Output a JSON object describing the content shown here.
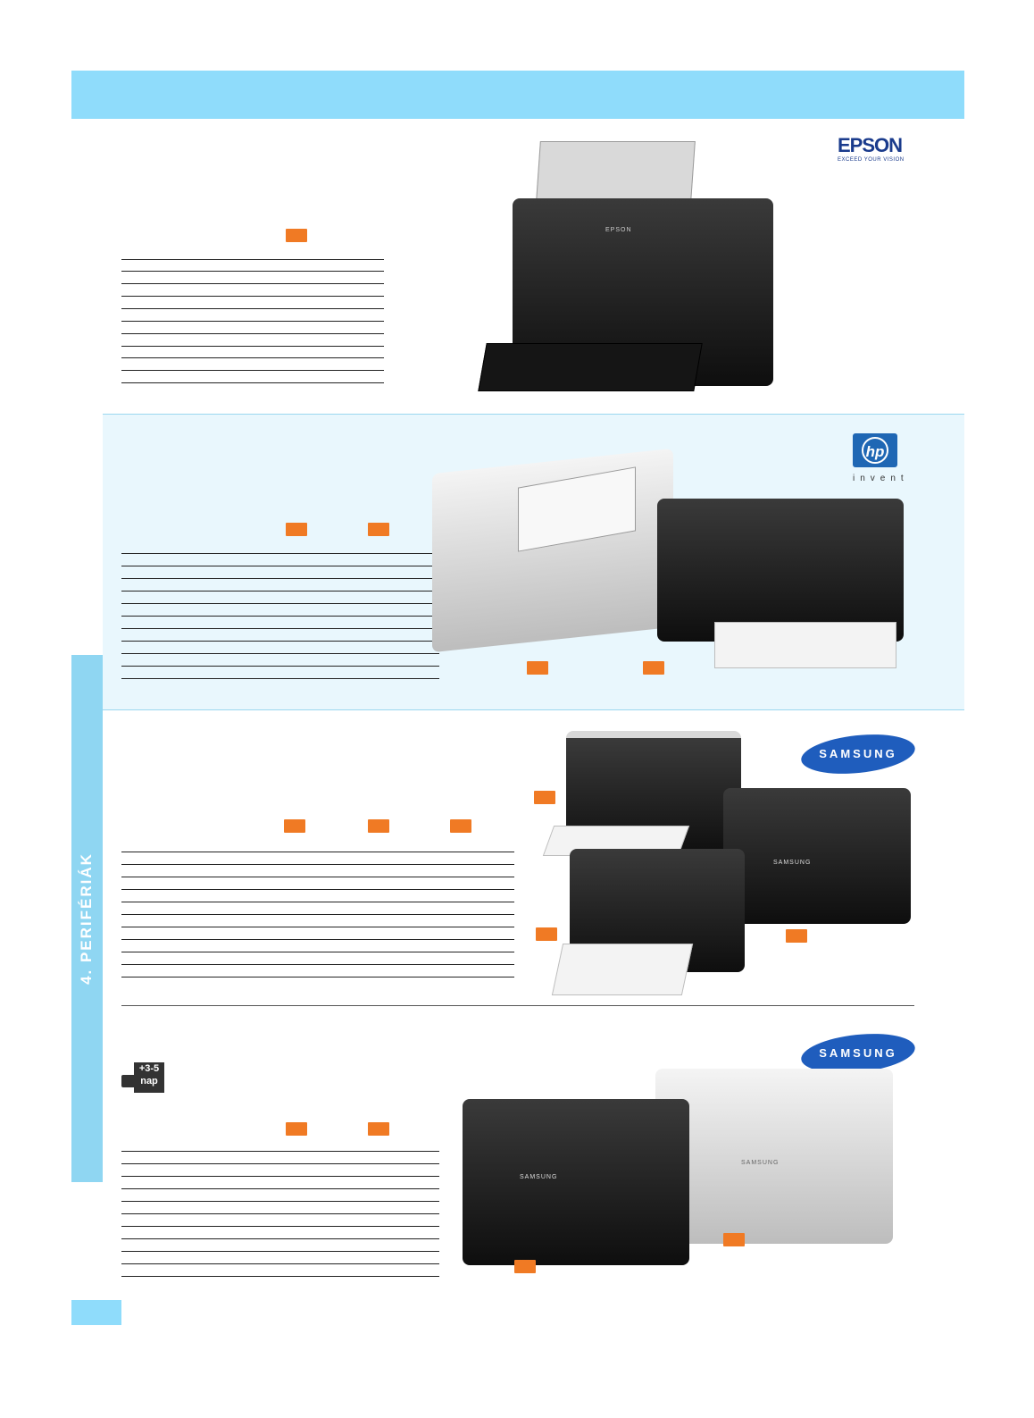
{
  "side_tab": {
    "text": "4. PERIFÉRIÁK"
  },
  "brands": {
    "epson": {
      "name": "EPSON",
      "tagline": "EXCEED YOUR VISION"
    },
    "hp": {
      "name": "hp",
      "tagline": "invent"
    },
    "samsung_1": {
      "name": "SAMSUNG"
    },
    "samsung_2": {
      "name": "SAMSUNG"
    }
  },
  "printer_labels": {
    "epson_front": "EPSON",
    "samsung_black": "SAMSUNG",
    "samsung_black_small": "SAMSUNG",
    "samsung_white": "SAMSUNG"
  },
  "delivery": {
    "days": "+3-5",
    "unit": "nap"
  },
  "colors": {
    "header": "#8fdcfb",
    "badge": "#f07a24",
    "hp_band": "#e9f7fd",
    "samsung_blue": "#1f5dbd"
  }
}
